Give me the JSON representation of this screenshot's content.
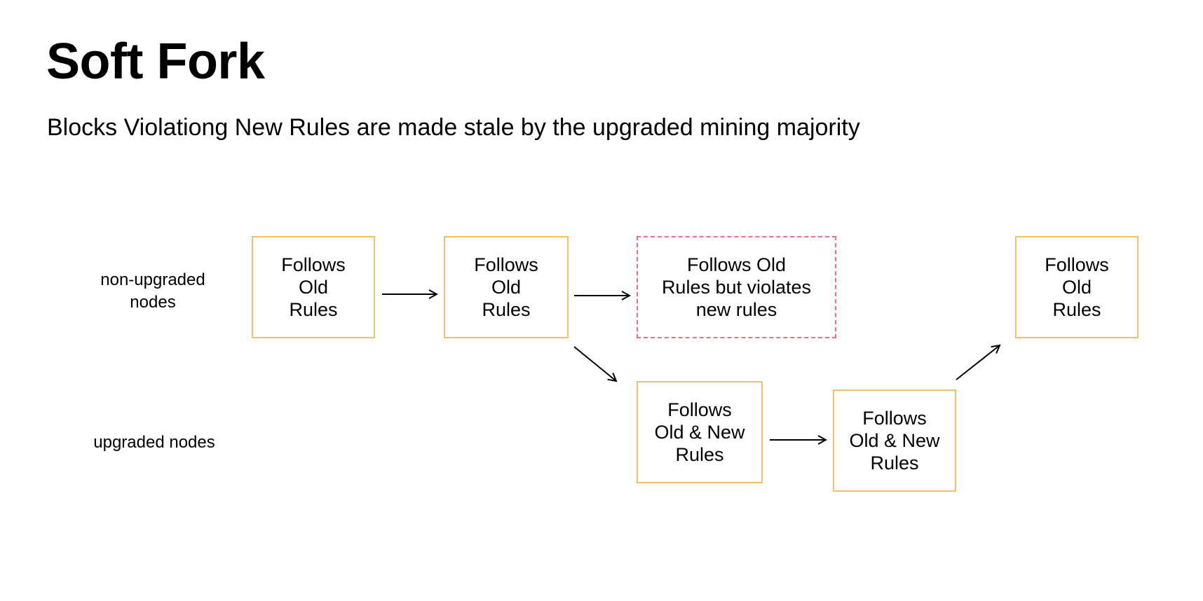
{
  "title": "Soft Fork",
  "subtitle": "Blocks Violationg New Rules are made stale by the upgraded mining majority",
  "rows": {
    "non_upgraded": "non-upgraded\nnodes",
    "upgraded": "upgraded nodes"
  },
  "blocks": {
    "b1": "Follows\nOld\nRules",
    "b2": "Follows\nOld\nRules",
    "b3_stale": "Follows Old\nRules but violates\nnew rules",
    "b4": "Follows\nOld\nRules",
    "u1": "Follows\nOld & New\nRules",
    "u2": "Follows\nOld & New\nRules"
  },
  "colors": {
    "block_border": "#f7be6a",
    "stale_border": "#f26d7d",
    "arrow": "#000000"
  }
}
